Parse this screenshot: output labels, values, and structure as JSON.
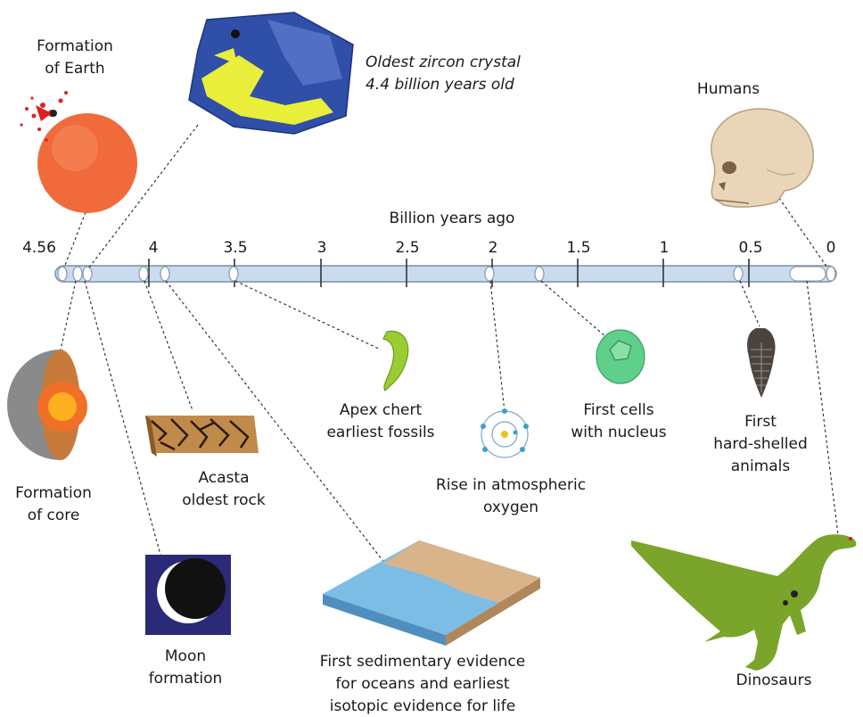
{
  "axis": {
    "title": "Billion years ago",
    "ticks": [
      "4.56",
      "4",
      "3.5",
      "3",
      "2.5",
      "2",
      "1.5",
      "1",
      "0.5",
      "0"
    ]
  },
  "events": {
    "formation_of_earth": [
      "Formation",
      "of Earth"
    ],
    "zircon": [
      "Oldest zircon crystal",
      "4.4 billion years old"
    ],
    "humans": [
      "Humans"
    ],
    "formation_of_core": [
      "Formation",
      "of core"
    ],
    "moon": [
      "Moon",
      "formation"
    ],
    "acasta": [
      "Acasta",
      "oldest rock"
    ],
    "apex_chert": [
      "Apex chert",
      "earliest fossils"
    ],
    "atmospheric_oxygen": [
      "Rise in atmospheric",
      "oxygen"
    ],
    "first_cells": [
      "First cells",
      "with nucleus"
    ],
    "hard_shelled": [
      "First",
      "hard-shelled",
      "animals"
    ],
    "sedimentary": [
      "First sedimentary evidence",
      "for oceans and earliest",
      "isotopic evidence for life"
    ],
    "dinosaurs": [
      "Dinosaurs"
    ]
  },
  "colors": {
    "timeline_fill": "#c9dcef",
    "timeline_stroke": "#7a8fa6",
    "earth": "#f06a3c",
    "zircon_blue": "#2f4fa8",
    "zircon_yellow": "#e8ee3a",
    "fossil_green": "#9acd32",
    "cell_green": "#5ed08a",
    "dinosaur_green": "#7aa52a",
    "ocean_blue": "#7cbde6",
    "sand": "#d9b48a"
  }
}
